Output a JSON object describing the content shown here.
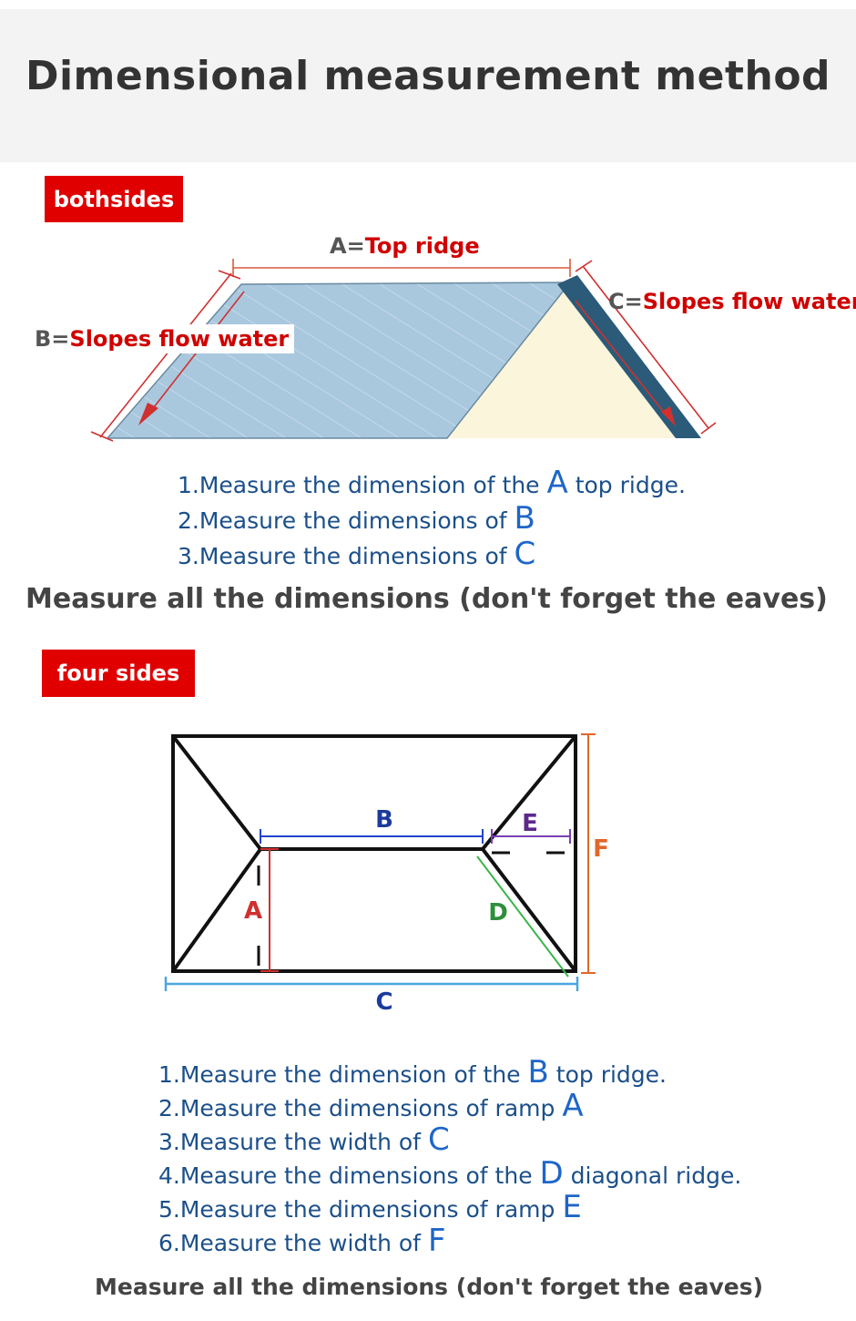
{
  "title": "Dimensional measurement method",
  "section1": {
    "tag": "bothsides",
    "label_a": {
      "key": "A=",
      "text": "Top ridge"
    },
    "label_b": {
      "key": "B=",
      "text": "Slopes flow water"
    },
    "label_c": {
      "key": "C=",
      "text": "Slopes flow water"
    },
    "steps": [
      {
        "prefix": "1.Measure the dimension of the ",
        "letter": "A",
        "suffix": " top ridge."
      },
      {
        "prefix": "2.Measure the dimensions of ",
        "letter": "B",
        "suffix": ""
      },
      {
        "prefix": "3.Measure the dimensions of ",
        "letter": "C",
        "suffix": ""
      }
    ],
    "note": "Measure all the dimensions  (don't forget the eaves)"
  },
  "section2": {
    "tag": "four sides",
    "diagram_letters": {
      "a": "A",
      "b": "B",
      "c": "C",
      "d": "D",
      "e": "E",
      "f": "F"
    },
    "steps": [
      {
        "prefix": "1.Measure the dimension of the ",
        "letter": "B",
        "suffix": " top ridge."
      },
      {
        "prefix": "2.Measure the dimensions of ramp ",
        "letter": "A",
        "suffix": ""
      },
      {
        "prefix": "3.Measure the width of ",
        "letter": "C",
        "suffix": ""
      },
      {
        "prefix": "4.Measure the dimensions of the ",
        "letter": "D",
        "suffix": " diagonal ridge."
      },
      {
        "prefix": "5.Measure the dimensions of ramp ",
        "letter": "E",
        "suffix": ""
      },
      {
        "prefix": "6.Measure the width of ",
        "letter": "F",
        "suffix": ""
      }
    ],
    "note": "Measure all the dimensions  (don't forget the eaves)"
  },
  "colors": {
    "accent_red": "#e00000",
    "label_red": "#d00000",
    "step_blue": "#1b4f8a",
    "roof_blue": "#a9c7dd",
    "roof_edge": "#2b5b78",
    "gable": "#fbf5dc",
    "dim_blue": "#2244cc",
    "dim_cyan": "#4aa6e0",
    "dim_green": "#3cb54a",
    "dim_purple": "#7b3fb5",
    "dim_orange": "#e0672a"
  }
}
